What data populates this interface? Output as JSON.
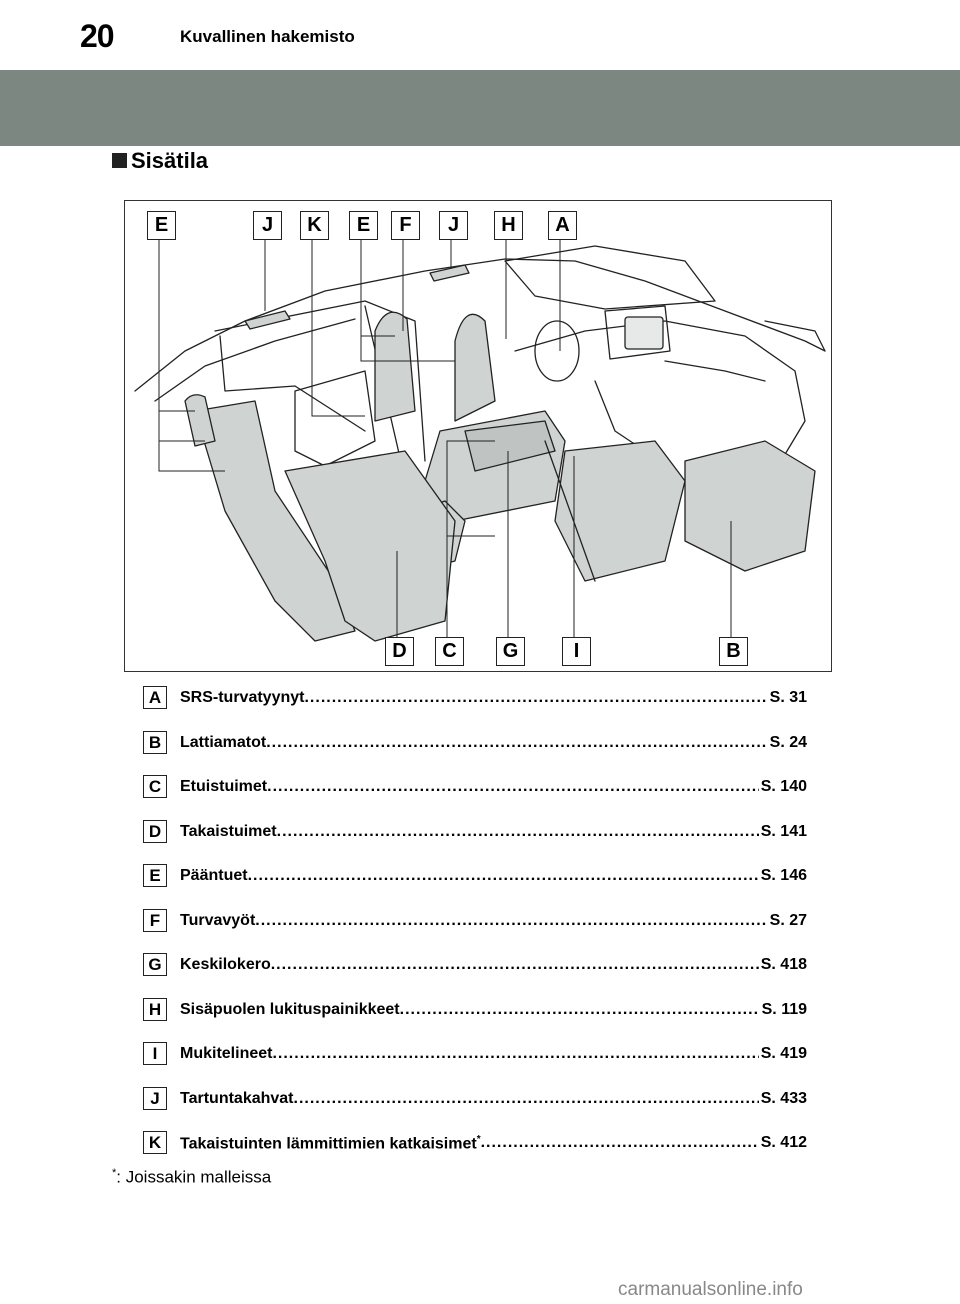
{
  "header": {
    "page_number": "20",
    "title": "Kuvallinen hakemisto"
  },
  "section": {
    "title": "Sisätila"
  },
  "figure": {
    "top_labels": [
      "E",
      "J",
      "K",
      "E",
      "F",
      "J",
      "H",
      "A"
    ],
    "bottom_labels": [
      "D",
      "C",
      "G",
      "I",
      "B"
    ]
  },
  "items": [
    {
      "letter": "A",
      "label": "SRS-turvatyynyt",
      "page": "S. 31"
    },
    {
      "letter": "B",
      "label": "Lattiamatot",
      "page": "S. 24"
    },
    {
      "letter": "C",
      "label": "Etuistuimet",
      "page": "S. 140"
    },
    {
      "letter": "D",
      "label": "Takaistuimet",
      "page": "S. 141"
    },
    {
      "letter": "E",
      "label": "Pääntuet",
      "page": "S. 146"
    },
    {
      "letter": "F",
      "label": "Turvavyöt",
      "page": "S. 27"
    },
    {
      "letter": "G",
      "label": "Keskilokero",
      "page": "S. 418"
    },
    {
      "letter": "H",
      "label": "Sisäpuolen lukituspainikkeet",
      "page": "S. 119"
    },
    {
      "letter": "I",
      "label": "Mukitelineet",
      "page": "S. 419"
    },
    {
      "letter": "J",
      "label": "Tartuntakahvat",
      "page": "S. 433"
    },
    {
      "letter": "K",
      "label": "Takaistuinten lämmittimien katkaisimet",
      "footnote_mark": "*",
      "page": "S. 412"
    }
  ],
  "footnote": {
    "mark": "*",
    "text": ": Joissakin malleissa"
  },
  "watermark": "carmanualsonline.info"
}
